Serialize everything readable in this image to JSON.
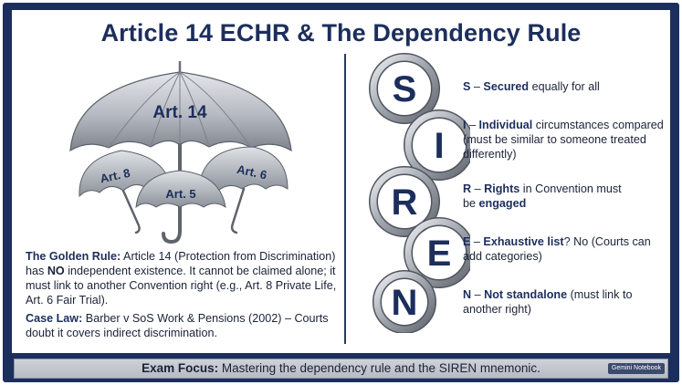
{
  "title": "Article 14 ECHR & The Dependency Rule",
  "umbrellas": {
    "main": "Art. 14",
    "left": "Art. 8",
    "middle": "Art. 5",
    "right": "Art. 6"
  },
  "golden_rule": {
    "label": "The Golden Rule:",
    "text1": " Article 14 (Protection from Discrimination) has ",
    "emph": "NO",
    "text2": " independent existence. It cannot be claimed alone; it must link to another Convention right (e.g., Art. 8 Private Life, Art. 6 Fair Trial)."
  },
  "case_law": {
    "label": "Case Law:",
    "text": " Barber v SoS Work & Pensions (2002) – Courts doubt it covers indirect discrimination."
  },
  "siren": {
    "letters": [
      "S",
      "I",
      "R",
      "E",
      "N"
    ],
    "items": [
      {
        "letter": "S",
        "dash": " – ",
        "key": "Secured",
        "rest": " equally for all"
      },
      {
        "letter": "I",
        "dash": " – ",
        "key": "Individual",
        "rest": " circumstances compared (must be similar to someone treated differently)"
      },
      {
        "letter": "R",
        "dash": " – ",
        "key": "Rights",
        "rest": " in Convention must be ",
        "key2": "engaged"
      },
      {
        "letter": "E",
        "dash": " – ",
        "key": "Exhaustive list",
        "rest": "? No (Courts can add categories)"
      },
      {
        "letter": "N",
        "dash": " – ",
        "key": "Not standalone",
        "rest": " (must link to another right)"
      }
    ]
  },
  "footer": {
    "label": "Exam Focus:",
    "text": " Mastering the dependency rule and the SIREN mnemonic."
  },
  "badge": "Gemini Notebook",
  "colors": {
    "navy": "#1c2e5c",
    "silver": "#b9bcc3",
    "footer_bg": "#c4c7ce"
  },
  "icons": [
    "umbrella-icon",
    "chain-ring-icon"
  ]
}
